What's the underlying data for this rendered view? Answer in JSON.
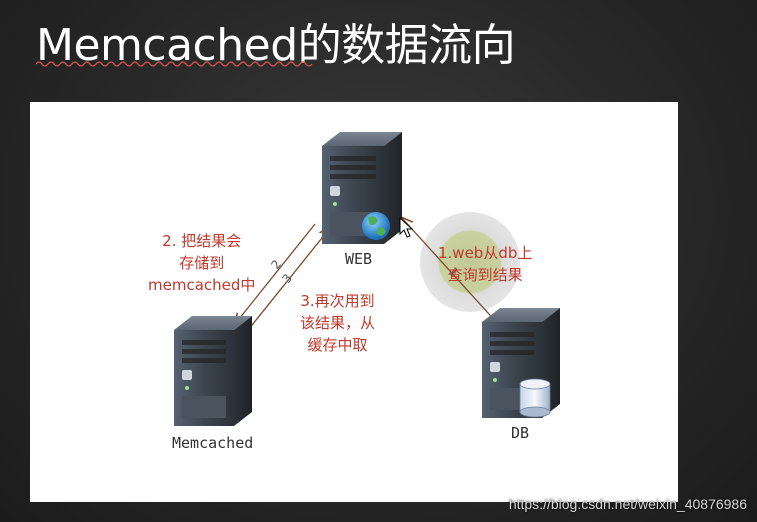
{
  "slide": {
    "title": "Memcached的数据流向"
  },
  "diagram": {
    "nodes": {
      "web": "WEB",
      "memcached": "Memcached",
      "db": "DB"
    },
    "steps": {
      "step1_line1": "1.web从db上",
      "step1_line2": "查询到结果",
      "step2_line1": "2. 把结果会",
      "step2_line2": "存储到",
      "step2_line3": "memcached中",
      "step3_line1": "3.再次用到",
      "step3_line2": "该结果，从",
      "step3_line3": "缓存中取"
    },
    "arrow_numbers": {
      "one": "1",
      "two": "2",
      "three": "3"
    }
  },
  "watermark": "https://blog.csdn.net/weixin_40876986",
  "colors": {
    "background": "#262626",
    "panel": "#ffffff",
    "step_text": "#c0392b",
    "server_body": "#3d4650"
  }
}
